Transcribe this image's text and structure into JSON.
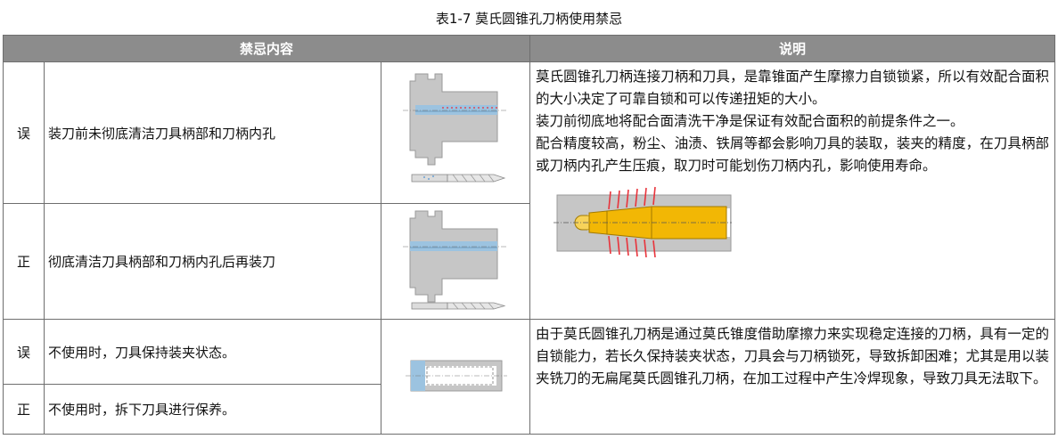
{
  "table": {
    "title": "表1-7  莫氏圆锥孔刀柄使用禁忌",
    "headers": [
      "禁忌内容",
      "说明"
    ],
    "rows": [
      {
        "mark": "误",
        "content": "装刀前未彻底清洁刀具柄部和刀柄内孔"
      },
      {
        "mark": "正",
        "content": "彻底清洁刀具柄部和刀柄内孔后再装刀"
      },
      {
        "mark": "误",
        "content": "不使用时，刀具保持装夹状态。"
      },
      {
        "mark": "正",
        "content": "不使用时，拆下刀具进行保养。"
      }
    ],
    "desc1": [
      "莫氏圆锥孔刀柄连接刀柄和刀具，是靠锥面产生摩擦力自锁锁紧，所以有效配合面积的大小决定了可靠自锁和可以传递扭矩的大小。",
      "装刀前彻底地将配合面清洗干净是保证有效配合面积的前提条件之一。",
      "配合精度较高，粉尘、油渍、铁屑等都会影响刀具的装取，装夹的精度，在刀具柄部或刀柄内孔产生压痕，取刀时可能划伤刀柄内孔，影响使用寿命。"
    ],
    "desc2": "由于莫氏圆锥孔刀柄是通过莫氏锥度借助摩擦力来实现稳定连接的刀柄，具有一定的自锁能力，若长久保持装夹状态，刀具会与刀柄锁死，导致拆卸困难；尤其是用以装夹铣刀的无扁尾莫氏圆锥孔刀柄，在加工过程中产生冷焊现象，导致刀具无法取下。"
  },
  "colors": {
    "header_bg": "#8c8c8c",
    "border": "#6e6e6e",
    "holder_gray": "#c6c6c6",
    "bore_blue": "#9cc3e0",
    "tool_yellow": "#f2b705",
    "force_red": "#e8333b"
  }
}
